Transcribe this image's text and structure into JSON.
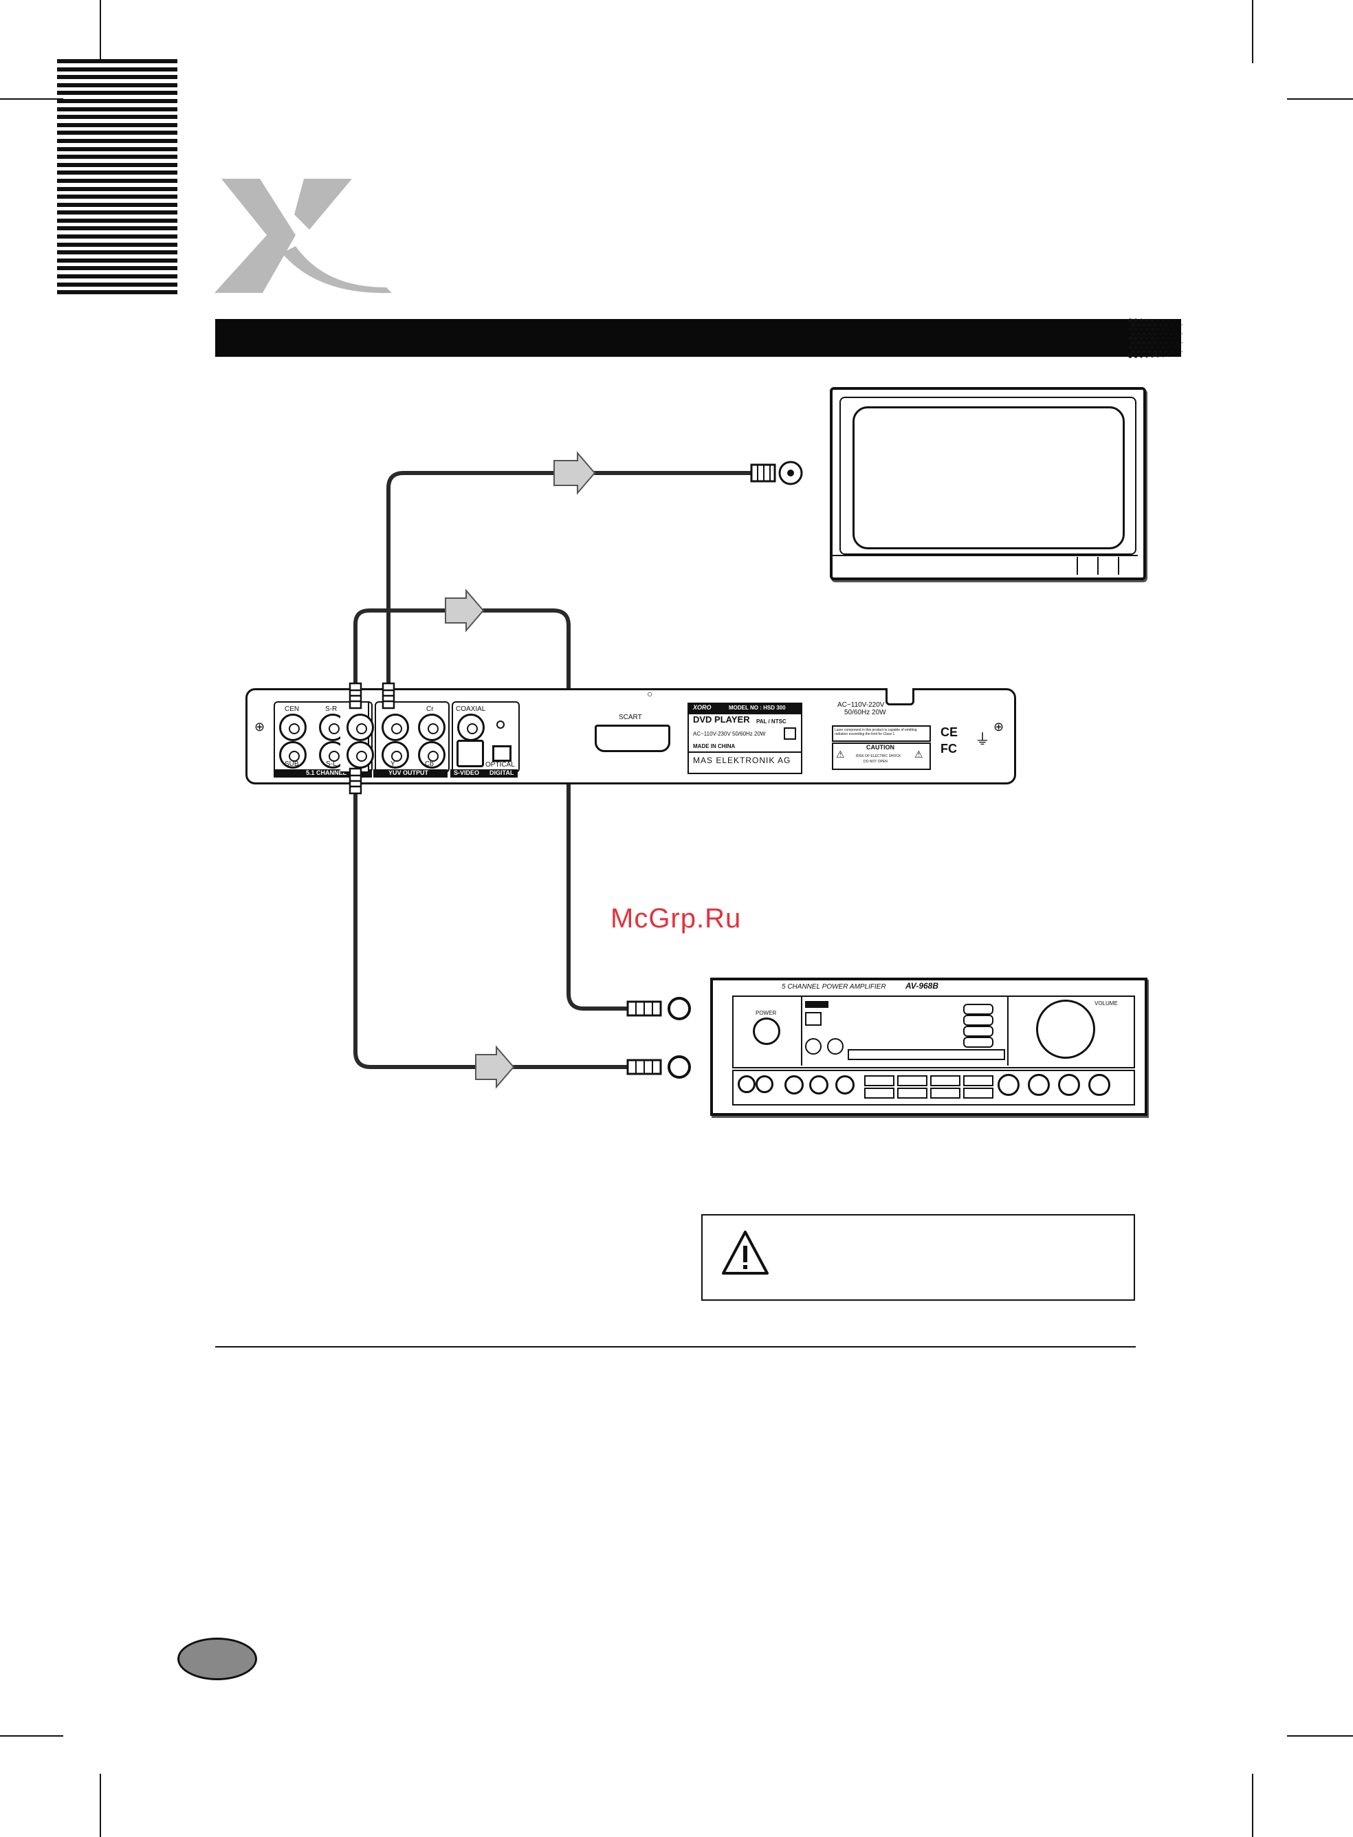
{
  "watermark": "McGrp.Ru",
  "dvd_player": {
    "jacks_51": {
      "top": [
        "CEN",
        "S-R",
        "",
        ""
      ],
      "bottom": [
        "SUB",
        "S-L",
        "",
        ""
      ],
      "group_label": "5.1 CHANNEL"
    },
    "yuv": {
      "top": [
        "Cr"
      ],
      "bottom": [
        "Y",
        "Cb"
      ],
      "group_label": "YUV OUTPUT"
    },
    "coaxial_label": "COAXIAL",
    "optical_label": "OPTICAL",
    "svideo_label": "S-VIDEO",
    "digital_label": "DIGITAL",
    "scart_label": "SCART",
    "plate": {
      "brand": "XORO",
      "model": "MODEL NO : HSD 300",
      "product": "DVD  PLAYER",
      "system": "PAL / NTSC",
      "power": "AC~110V-230V  50/60Hz 20W",
      "origin": "MADE IN CHINA",
      "maker": "MAS  ELEKTRONIK  AG"
    },
    "ac_rating": [
      "AC~110V-220V",
      "50/60Hz 20W"
    ],
    "laser_notice": "Laser component in this product is capable of emitting radiation exceeding the limit for Class 1",
    "caution": {
      "title": "CAUTION",
      "line1": "RISK OF ELECTRIC SHOCK",
      "line2": "DO NOT OPEN"
    },
    "marks": [
      "CE",
      "FC"
    ]
  },
  "amplifier": {
    "title": "5 CHANNEL  POWER AMPLIFIER",
    "model": "AV-968B",
    "power_label": "POWER",
    "volume_label": "VOLUME"
  }
}
